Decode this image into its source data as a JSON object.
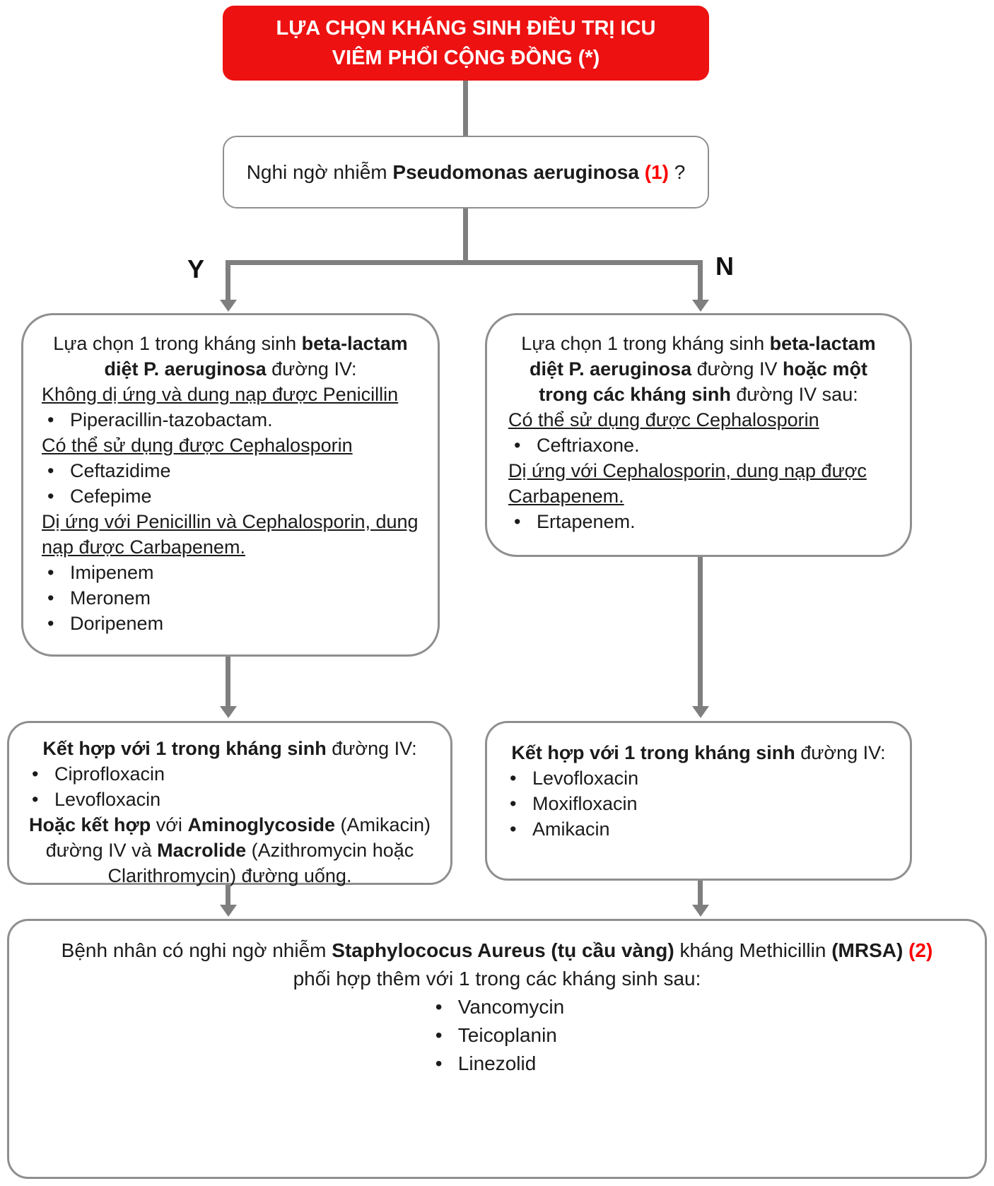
{
  "colors": {
    "header_bg": "#ee1111",
    "red_text": "#ff0000",
    "box_border": "#8f8f8f",
    "arrow_gray": "#7f7f7f"
  },
  "header": {
    "line1": "LỰA CHỌN KHÁNG SINH ĐIỀU TRỊ ICU",
    "line2": "VIÊM PHỔI CỘNG ĐỒNG (*)"
  },
  "question": {
    "pre": "Nghi ngờ nhiễm ",
    "pathogen": "Pseudomonas aeruginosa ",
    "ref": "(1)",
    "suffix": " ?"
  },
  "branches": {
    "yes_label": "Y",
    "no_label": "N"
  },
  "left_beta_box": {
    "title": {
      "t1": "Lựa chọn 1 trong kháng sinh ",
      "t2": "beta-lactam diệt P. aeruginosa",
      "t3": " đường IV:"
    },
    "section1": {
      "heading": "Không dị ứng và dung nạp được Penicillin",
      "items": [
        "Piperacillin-tazobactam."
      ]
    },
    "section2": {
      "heading": "Có thể sử dụng được Cephalosporin",
      "items": [
        "Ceftazidime",
        "Cefepime"
      ]
    },
    "section3": {
      "heading": "Dị ứng với Penicillin và Cephalosporin, dung nạp được Carbapenem.",
      "items": [
        "Imipenem",
        "Meronem",
        "Doripenem"
      ]
    }
  },
  "right_beta_box": {
    "title": {
      "t1": "Lựa chọn 1 trong kháng sinh ",
      "t2": "beta-lactam diệt P. aeruginosa",
      "t3": " đường IV ",
      "t4": "hoặc một trong các kháng sinh",
      "t5": " đường IV sau:"
    },
    "section1": {
      "heading": "Có thể sử dụng được Cephalosporin",
      "items": [
        "Ceftriaxone."
      ]
    },
    "section2": {
      "heading": "Dị ứng với Cephalosporin, dung nạp được Carbapenem.",
      "items": [
        "Ertapenem."
      ]
    }
  },
  "left_combo_box": {
    "title": {
      "t1": "Kết hợp với 1 trong kháng sinh",
      "t2": " đường IV:"
    },
    "items": [
      "Ciprofloxacin",
      "Levofloxacin"
    ],
    "note": {
      "t1": "Hoặc kết hợp",
      "t2": " với ",
      "t3": "Aminoglycoside",
      "t4": " (Amikacin) đường IV và ",
      "t5": "Macrolide",
      "t6": " (Azithromycin hoặc Clarithromycin) đường uống."
    }
  },
  "right_combo_box": {
    "title": {
      "t1": "Kết hợp với 1 trong kháng sinh",
      "t2": " đường IV:"
    },
    "items": [
      "Levofloxacin",
      "Moxifloxacin",
      "Amikacin"
    ]
  },
  "mrsa_box": {
    "title": {
      "t1": "Bệnh nhân có nghi ngờ nhiễm ",
      "t2": "Staphylococus Aureus (tụ cầu vàng)",
      "t3": " kháng Methicillin ",
      "t4": "(MRSA) ",
      "t5": "(2)"
    },
    "subtitle": "phối hợp thêm với 1 trong các kháng sinh sau:",
    "items": [
      "Vancomycin",
      "Teicoplanin",
      "Linezolid"
    ]
  }
}
